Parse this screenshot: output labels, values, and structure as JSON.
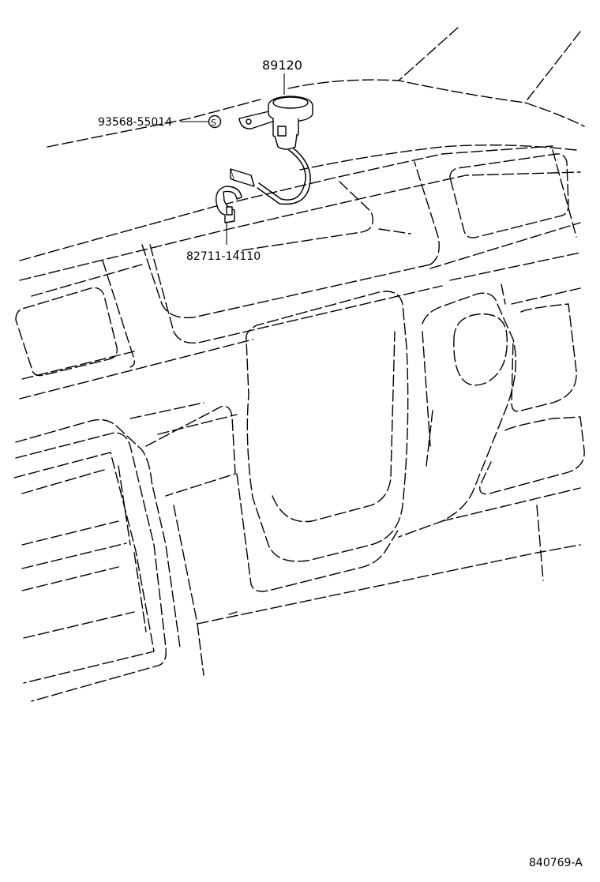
{
  "diagram": {
    "callouts": {
      "sensor_assembly": "89120",
      "screw": "93568-55014",
      "clamp": "82711-14110"
    },
    "figure_id": "840769-A"
  }
}
